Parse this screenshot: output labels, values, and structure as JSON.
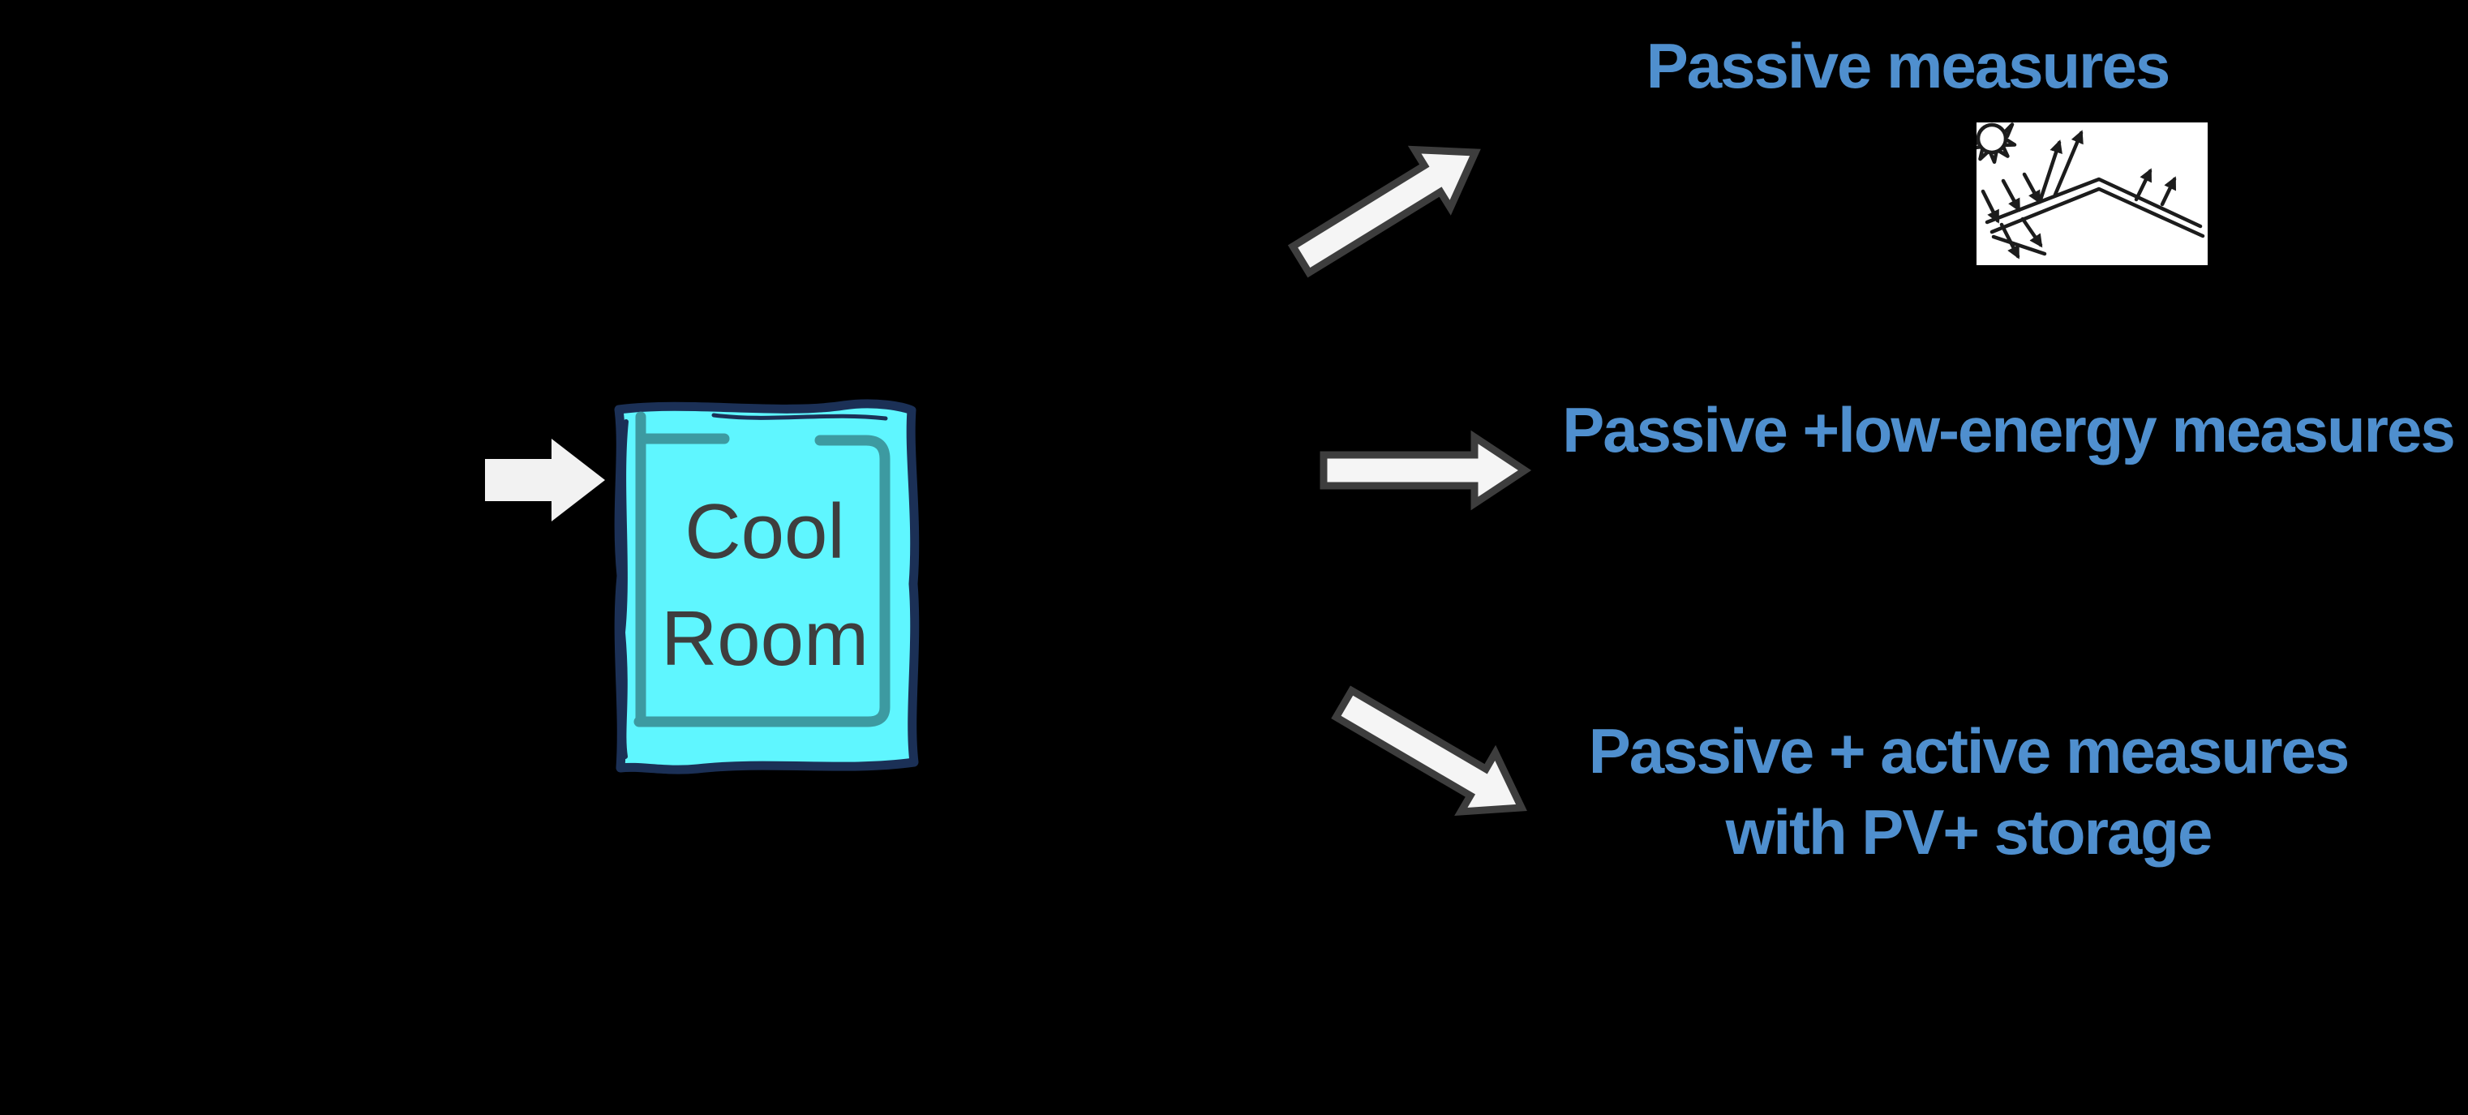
{
  "slide": {
    "background_color": "#000000",
    "label_color": "#4f8fce",
    "source_node": {
      "label_line1": "Cool",
      "label_line2": "Room",
      "fill_color": "#5ff6ff",
      "outline_color": "#1b3056",
      "inner_frame_color": "#3d9aa1",
      "text_color": "#3e3e3e"
    },
    "input_arrow": {
      "direction": "right",
      "fill_color": "#f2f2f2"
    },
    "branch_arrows": {
      "fill_color": "#f5f5f5",
      "outline_color": "#3d3d3d",
      "directions": [
        "up-right",
        "right",
        "down-right"
      ]
    },
    "options": [
      {
        "label": "Passive measures"
      },
      {
        "label": "Passive +low-energy measures"
      },
      {
        "label_line1": "Passive + active measures",
        "label_line2": "with PV+ storage"
      }
    ],
    "roof_icon": {
      "name": "cool-roof-solar-reflection-icon",
      "background_color": "#ffffff",
      "line_color": "#1c1c1c",
      "elements": [
        "sun",
        "double-line gable roof",
        "incident solar arrows",
        "reflected arrows",
        "transmitted arrows",
        "emitted arrows"
      ]
    }
  }
}
